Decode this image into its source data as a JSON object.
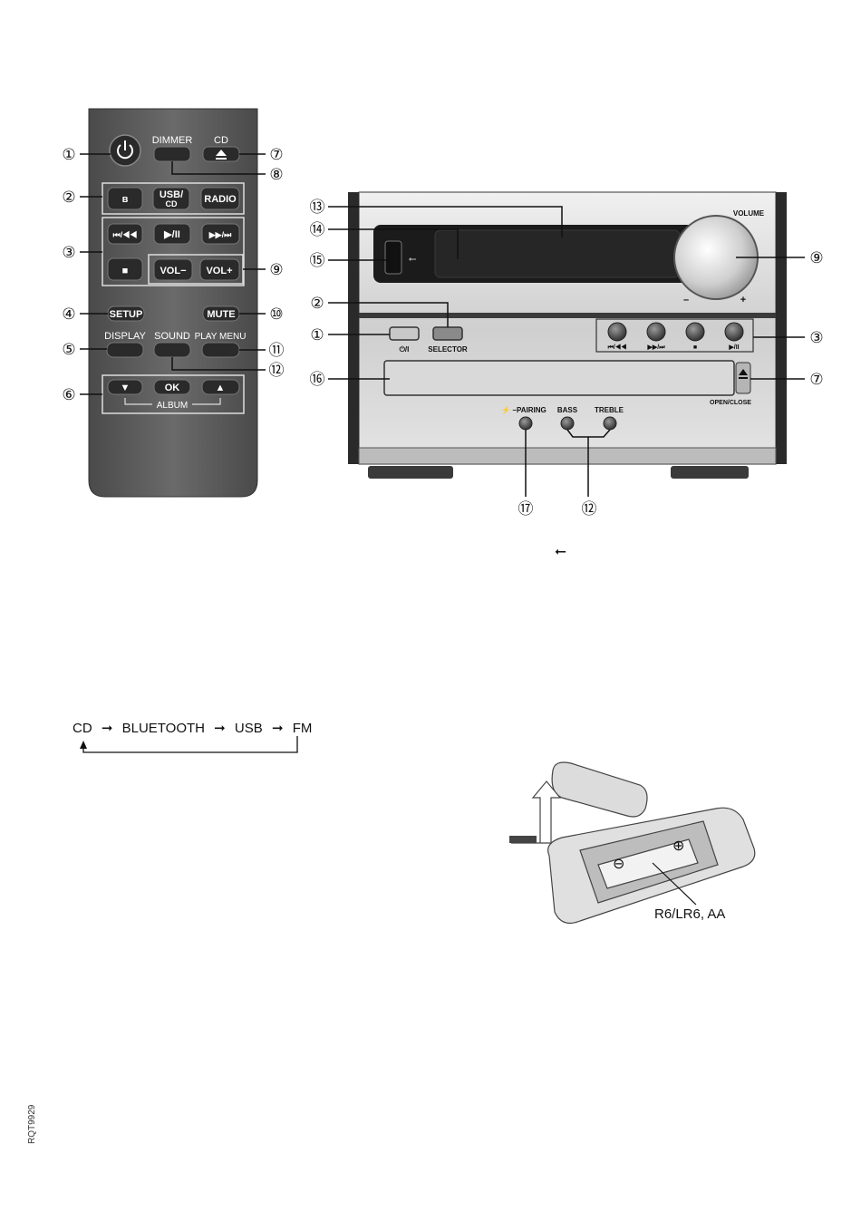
{
  "remote": {
    "top_labels": {
      "dimmer": "DIMMER",
      "cd": "CD"
    },
    "source_buttons": {
      "bluetooth_icon": "bluetooth-icon",
      "usb_cd_line1": "USB/",
      "usb_cd_line2": "CD",
      "radio": "RADIO"
    },
    "transport": {
      "prev": "⏮/◀◀",
      "play_pause": "▶/II",
      "next": "▶▶/⏭",
      "stop": "■",
      "vol_down": "VOL−",
      "vol_up": "VOL+"
    },
    "setup": "SETUP",
    "mute": "MUTE",
    "display": "DISPLAY",
    "sound": "SOUND",
    "play_menu": "PLAY MENU",
    "down": "▼",
    "ok": "OK",
    "up": "▲",
    "album": "ALBUM"
  },
  "callouts_remote": [
    "①",
    "②",
    "③",
    "④",
    "⑤",
    "⑥",
    "⑦",
    "⑧",
    "⑨",
    "⑩",
    "⑪",
    "⑫"
  ],
  "unit": {
    "volume": "VOLUME",
    "minus": "–",
    "plus": "+",
    "power_label": "⏻/I",
    "selector": "SELECTOR",
    "transport_labels": [
      "⏮/◀◀",
      "▶▶/⏭",
      "■",
      "▶/II"
    ],
    "open_close": "OPEN/CLOSE",
    "pairing": "⚡ –PAIRING",
    "bass": "BASS",
    "treble": "TREBLE"
  },
  "callouts_unit": {
    "c13": "⑬",
    "c14": "⑭",
    "c15": "⑮",
    "c9": "⑨",
    "c2": "②",
    "c1": "①",
    "c3": "③",
    "c16": "⑯",
    "c7": "⑦",
    "c17": "⑰",
    "c12": "⑫"
  },
  "usb_symbol": "⭠",
  "flow": {
    "cd": "CD",
    "bluetooth": "BLUETOOTH",
    "usb": "USB",
    "fm": "FM",
    "arrow": "➞"
  },
  "battery": {
    "label": "R6/LR6, AA",
    "minus": "⊖",
    "plus": "⊕"
  },
  "doc_code": "RQT9929",
  "colors": {
    "remote_body": "#5a5a5a",
    "button": "#2c2c2c",
    "unit_silver": "#d8d8d8",
    "display_black": "#1b1b1b"
  }
}
